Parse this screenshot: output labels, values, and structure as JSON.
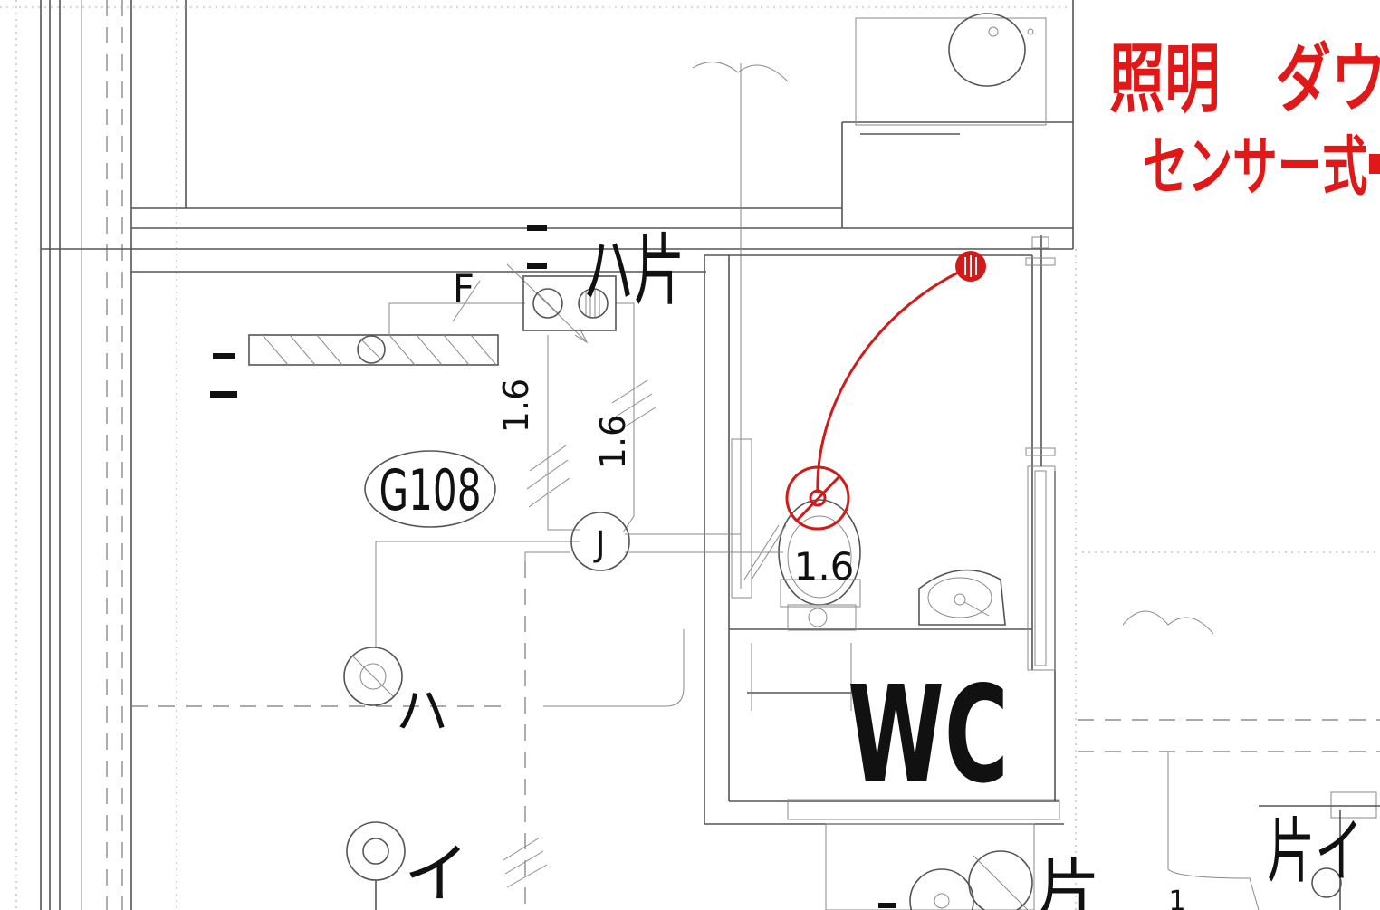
{
  "notes": {
    "line1": "照明　ダウン",
    "line2": "センサー式"
  },
  "labels": {
    "room_code": "G108",
    "room_name": "WC",
    "junction": "J",
    "switch_mark_top": "ハ片",
    "label_ha": "ハ",
    "label_i": "イ",
    "label_f": "F",
    "label_kata_right": "片イ",
    "label_kata_bottom": "片",
    "wire_1": "1.6",
    "wire_2": "1.6",
    "wire_3": "1.6",
    "tick_1": "1"
  },
  "colors": {
    "annotation": "#e01818",
    "linework": "#555555",
    "text": "#111111"
  }
}
